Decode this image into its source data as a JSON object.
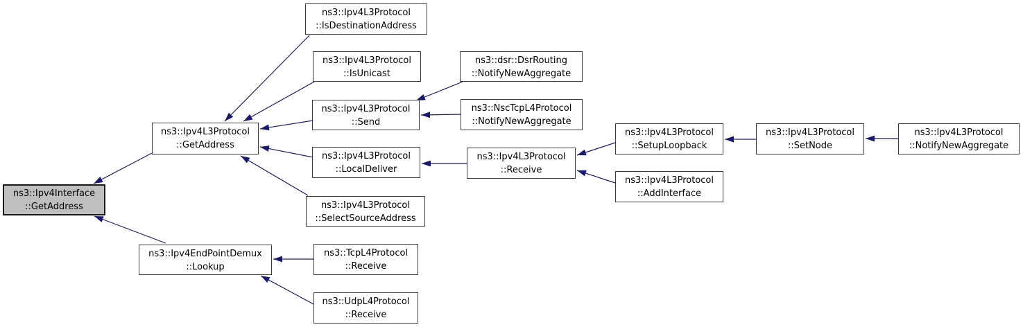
{
  "diagram": {
    "type": "caller-graph",
    "edge_color": "#191970",
    "node_border_color": "#3b3b3b",
    "node_fill": "#ffffff",
    "highlight_fill": "#bfbfbf",
    "text_color": "#000000",
    "background_color": "#ffffff"
  },
  "nodes": [
    {
      "id": "ipv4interface-getaddress",
      "line1": "ns3::Ipv4Interface",
      "line2": "::GetAddress",
      "highlight": true
    },
    {
      "id": "ipv4l3protocol-getaddress",
      "line1": "ns3::Ipv4L3Protocol",
      "line2": "::GetAddress",
      "highlight": false
    },
    {
      "id": "ipv4l3protocol-isdestinationaddress",
      "line1": "ns3::Ipv4L3Protocol",
      "line2": "::IsDestinationAddress",
      "highlight": false
    },
    {
      "id": "ipv4l3protocol-isunicast",
      "line1": "ns3::Ipv4L3Protocol",
      "line2": "::IsUnicast",
      "highlight": false
    },
    {
      "id": "dsr-dsrrouting-notifynewaggregate",
      "line1": "ns3::dsr::DsrRouting",
      "line2": "::NotifyNewAggregate",
      "highlight": false
    },
    {
      "id": "ipv4l3protocol-send",
      "line1": "ns3::Ipv4L3Protocol",
      "line2": "::Send",
      "highlight": false
    },
    {
      "id": "nsctcpl4protocol-notifynewaggregate",
      "line1": "ns3::NscTcpL4Protocol",
      "line2": "::NotifyNewAggregate",
      "highlight": false
    },
    {
      "id": "ipv4l3protocol-localdeliver",
      "line1": "ns3::Ipv4L3Protocol",
      "line2": "::LocalDeliver",
      "highlight": false
    },
    {
      "id": "ipv4l3protocol-receive",
      "line1": "ns3::Ipv4L3Protocol",
      "line2": "::Receive",
      "highlight": false
    },
    {
      "id": "ipv4l3protocol-setuploopback",
      "line1": "ns3::Ipv4L3Protocol",
      "line2": "::SetupLoopback",
      "highlight": false
    },
    {
      "id": "ipv4l3protocol-setnode",
      "line1": "ns3::Ipv4L3Protocol",
      "line2": "::SetNode",
      "highlight": false
    },
    {
      "id": "ipv4l3protocol-notifynewaggregate",
      "line1": "ns3::Ipv4L3Protocol",
      "line2": "::NotifyNewAggregate",
      "highlight": false
    },
    {
      "id": "ipv4l3protocol-addinterface",
      "line1": "ns3::Ipv4L3Protocol",
      "line2": "::AddInterface",
      "highlight": false
    },
    {
      "id": "ipv4l3protocol-selectsourceaddress",
      "line1": "ns3::Ipv4L3Protocol",
      "line2": "::SelectSourceAddress",
      "highlight": false
    },
    {
      "id": "ipv4endpointdemux-lookup",
      "line1": "ns3::Ipv4EndPointDemux",
      "line2": "::Lookup",
      "highlight": false
    },
    {
      "id": "tcpl4protocol-receive",
      "line1": "ns3::TcpL4Protocol",
      "line2": "::Receive",
      "highlight": false
    },
    {
      "id": "udpl4protocol-receive",
      "line1": "ns3::UdpL4Protocol",
      "line2": "::Receive",
      "highlight": false
    }
  ],
  "edges": [
    {
      "from": "ipv4l3protocol-getaddress",
      "to": "ipv4interface-getaddress"
    },
    {
      "from": "ipv4endpointdemux-lookup",
      "to": "ipv4interface-getaddress"
    },
    {
      "from": "ipv4l3protocol-isdestinationaddress",
      "to": "ipv4l3protocol-getaddress"
    },
    {
      "from": "ipv4l3protocol-isunicast",
      "to": "ipv4l3protocol-getaddress"
    },
    {
      "from": "ipv4l3protocol-send",
      "to": "ipv4l3protocol-getaddress"
    },
    {
      "from": "ipv4l3protocol-localdeliver",
      "to": "ipv4l3protocol-getaddress"
    },
    {
      "from": "ipv4l3protocol-selectsourceaddress",
      "to": "ipv4l3protocol-getaddress"
    },
    {
      "from": "dsr-dsrrouting-notifynewaggregate",
      "to": "ipv4l3protocol-send"
    },
    {
      "from": "nsctcpl4protocol-notifynewaggregate",
      "to": "ipv4l3protocol-send"
    },
    {
      "from": "ipv4l3protocol-receive",
      "to": "ipv4l3protocol-localdeliver"
    },
    {
      "from": "ipv4l3protocol-setuploopback",
      "to": "ipv4l3protocol-receive"
    },
    {
      "from": "ipv4l3protocol-addinterface",
      "to": "ipv4l3protocol-receive"
    },
    {
      "from": "ipv4l3protocol-setnode",
      "to": "ipv4l3protocol-setuploopback"
    },
    {
      "from": "ipv4l3protocol-notifynewaggregate",
      "to": "ipv4l3protocol-setnode"
    },
    {
      "from": "tcpl4protocol-receive",
      "to": "ipv4endpointdemux-lookup"
    },
    {
      "from": "udpl4protocol-receive",
      "to": "ipv4endpointdemux-lookup"
    }
  ]
}
